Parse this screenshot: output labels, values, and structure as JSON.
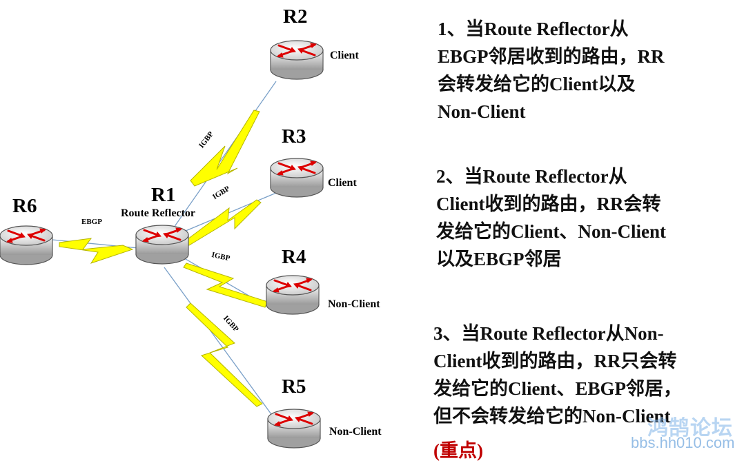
{
  "routers": [
    {
      "name": "R2",
      "role": "Client"
    },
    {
      "name": "R3",
      "role": "Client"
    },
    {
      "name": "R1",
      "role": "Route Reflector"
    },
    {
      "name": "R6",
      "role": ""
    },
    {
      "name": "R4",
      "role": "Non-Client"
    },
    {
      "name": "R5",
      "role": "Non-Client"
    }
  ],
  "links": [
    {
      "label": "EBGP"
    },
    {
      "label": "IGBP"
    },
    {
      "label": "IGBP"
    },
    {
      "label": "IGBP"
    },
    {
      "label": "IGBP"
    }
  ],
  "notes": [
    {
      "lines": [
        "1、当Route Reflector从",
        "EBGP邻居收到的路由，RR",
        "会转发给它的Client以及",
        "Non-Client"
      ]
    },
    {
      "lines": [
        "2、当Route Reflector从",
        "Client收到的路由，RR会转",
        "发给它的Client、Non-Client",
        "以及EBGP邻居"
      ]
    },
    {
      "lines": [
        "3、当Route Reflector从Non-",
        "Client收到的路由，RR只会转",
        "发给它的Client、EBGP邻居，",
        "但不会转发给它的Non-Client"
      ]
    }
  ],
  "emphasis": "(重点)",
  "watermark": {
    "title": "鸿鹄论坛",
    "url": "bbs.hh010.com"
  },
  "colors": {
    "lightning": "#ffff00",
    "lightning_edge": "#c8c800",
    "line": "#7aa0c8",
    "router_arrow": "#dd0000",
    "emphasis": "#c00000"
  }
}
